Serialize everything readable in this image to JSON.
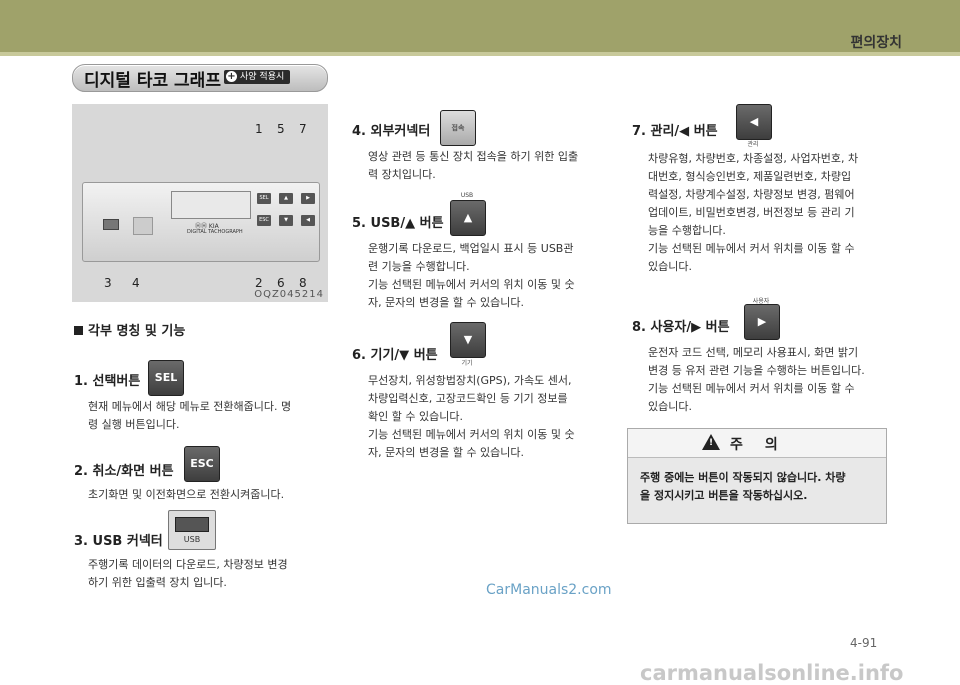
{
  "header": {
    "section": "편의장치"
  },
  "title": {
    "text": "디지털 타코 그래프",
    "badge": "사양 적용시"
  },
  "figure": {
    "callouts_top": [
      "1",
      "5",
      "7"
    ],
    "callouts_bottom": [
      "3",
      "4",
      "2",
      "6",
      "8"
    ],
    "device_logo": "DIGITAL TACHOGRAPH",
    "buttons": [
      "SEL",
      "▲",
      "▶",
      "ESC",
      "▼",
      "◀"
    ],
    "code": "OQZ045214"
  },
  "main_heading": "각부 명칭 및 기능",
  "items": [
    {
      "title": "1. 선택버튼",
      "key": "SEL",
      "body": [
        "현재 메뉴에서 해당 메뉴로 전환해줍니다. 명",
        "령 실행 버튼입니다."
      ]
    },
    {
      "title": "2. 취소/화면 버튼",
      "key": "ESC",
      "body": [
        "초기화면 및 이전화면으로 전환시켜줍니다."
      ]
    },
    {
      "title": "3. USB 커넥터",
      "key": "USB",
      "body": [
        "주행기록 데이터의 다운로드, 차량정보 변경",
        "하기 위한 입출력 장치 입니다."
      ]
    },
    {
      "title": "4. 외부커넥터",
      "key": "접속",
      "body": [
        "영상 관련 등 통신 장치 접속을 하기 위한 입출",
        "력 장치입니다."
      ]
    },
    {
      "title": "5. USB/▲ 버튼",
      "key": "▲",
      "key_label": "USB",
      "body": [
        "운행기록 다운로드, 백업일시 표시 등 USB관",
        "련 기능을 수행합니다.",
        "기능 선택된 메뉴에서 커서의 위치 이동 및 숫",
        "자, 문자의 변경을 할 수 있습니다."
      ]
    },
    {
      "title": "6. 기기/▼ 버튼",
      "key": "▼",
      "key_label": "기기",
      "body": [
        "무선장치, 위성항법장치(GPS), 가속도 센서,",
        "차량입력신호, 고장코드확인 등 기기 정보를",
        "확인 할 수 있습니다.",
        "기능 선택된 메뉴에서 커서의 위치 이동 및 숫",
        "자, 문자의 변경을 할 수 있습니다."
      ]
    },
    {
      "title": "7. 관리/◀ 버튼",
      "key": "◀",
      "key_label": "관리",
      "body": [
        "차량유형, 차량번호, 차종설정, 사업자번호, 차",
        "대번호, 형식승인번호, 제품일련번호, 차량입",
        "력설정, 차량계수설정, 차량정보 변경, 펌웨어",
        "업데이트, 비밀번호변경, 버전정보 등 관리 기",
        "능을 수행합니다.",
        "기능 선택된 메뉴에서 커서 위치를 이동 할 수",
        "있습니다."
      ]
    },
    {
      "title": "8. 사용자/▶ 버튼",
      "key": "▶",
      "key_label": "사용자",
      "body": [
        "운전자 코드 선택, 메모리 사용표시, 화면 밝기",
        "변경 등 유저 관련 기능을 수행하는 버튼입니다.",
        "기능 선택된 메뉴에서 커서 위치를 이동 할 수",
        "있습니다."
      ]
    }
  ],
  "caution": {
    "title": "주의",
    "icon": "!",
    "text": [
      "주행 중에는 버튼이 작동되지 않습니다. 차량",
      "을 정지시키고 버튼을 작동하십시오."
    ]
  },
  "watermark": "CarManuals2.com",
  "page_number": "4-91",
  "footer": "carmanualsonline.info"
}
